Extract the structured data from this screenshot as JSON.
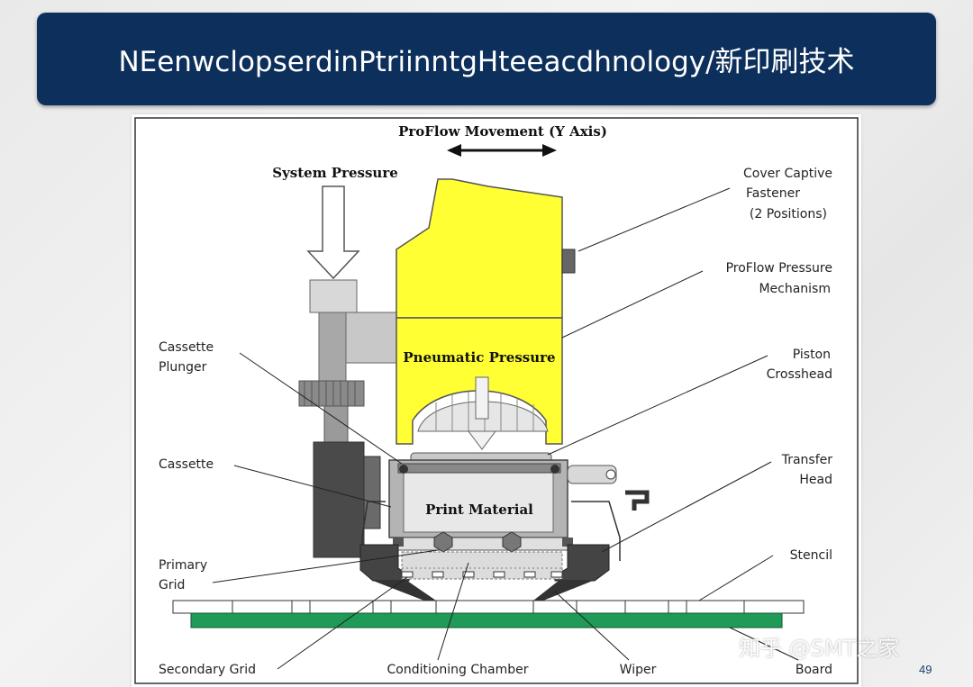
{
  "slide": {
    "title": "NEenwclopserdinPtriinntgHteeacdhnology/新印刷技术",
    "page_number": "49",
    "watermark": "知乎 @SMT之家"
  },
  "diagram": {
    "top_label": "ProFlow Movement (Y Axis)",
    "system_pressure": "System Pressure",
    "pneumatic_pressure": "Pneumatic Pressure",
    "print_material": "Print Material",
    "left_labels": {
      "cassette_plunger_1": "Cassette",
      "cassette_plunger_2": "Plunger",
      "cassette": "Cassette",
      "primary_grid_1": "Primary",
      "primary_grid_2": "Grid",
      "secondary_grid": "Secondary Grid"
    },
    "right_labels": {
      "cover_1": "Cover Captive",
      "cover_2": "Fastener",
      "cover_3": "(2 Positions)",
      "proflow_1": "ProFlow Pressure",
      "proflow_2": "Mechanism",
      "piston_1": "Piston",
      "piston_2": "Crosshead",
      "transfer_1": "Transfer",
      "transfer_2": "Head",
      "stencil": "Stencil",
      "board": "Board"
    },
    "bottom_labels": {
      "conditioning_chamber": "Conditioning Chamber",
      "wiper": "Wiper"
    },
    "colors": {
      "yellow": "#ffff33",
      "board_green": "#1f9a57",
      "dark_gray": "#4a4a4a",
      "mid_gray": "#9a9a9a",
      "light_gray": "#d0d0d0"
    }
  }
}
